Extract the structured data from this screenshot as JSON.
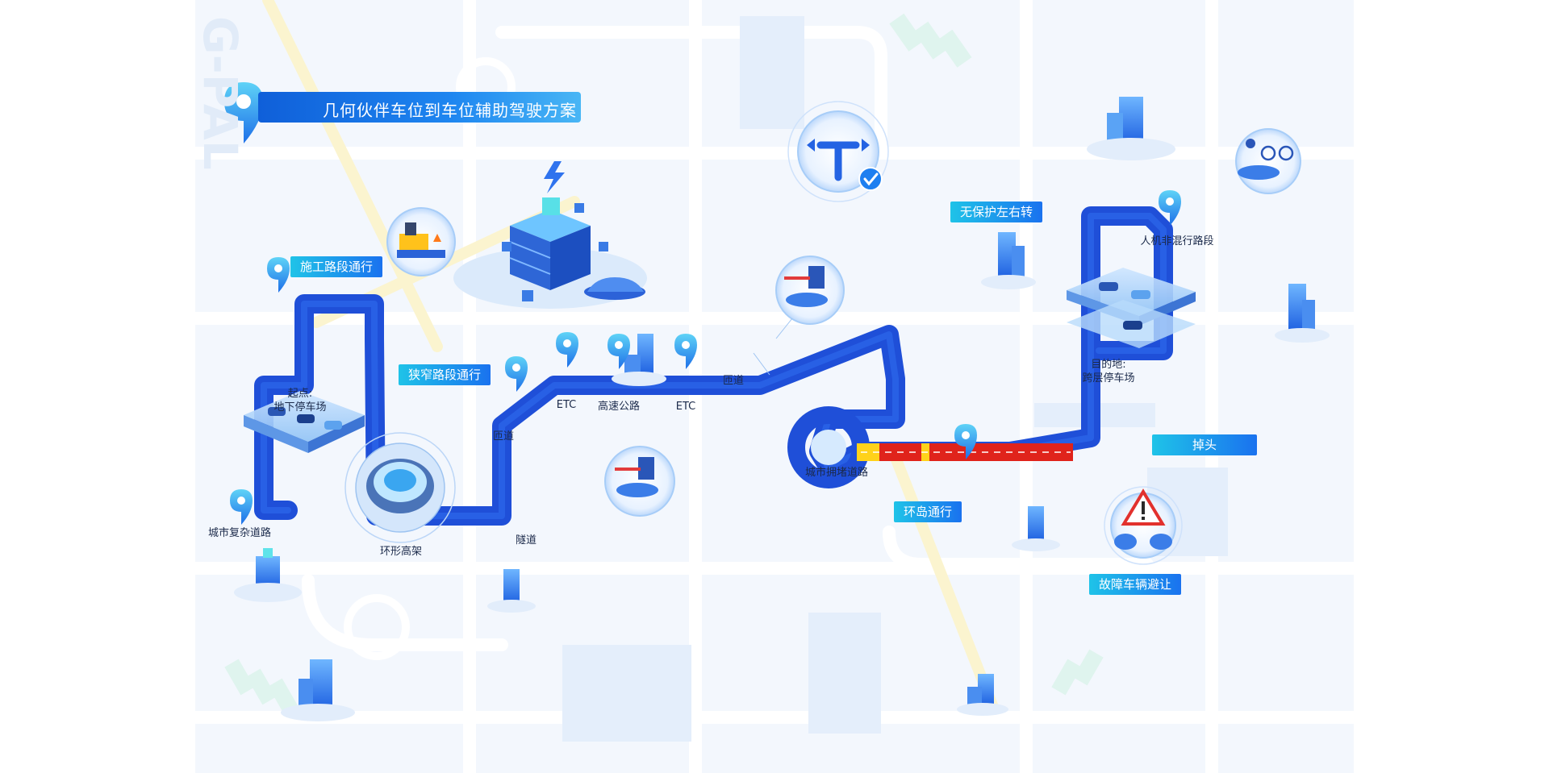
{
  "watermark": "G-PAL",
  "title": "几何伙伴车位到车位辅助驾驶方案",
  "colors": {
    "route": "#1f4fd8",
    "route_inner": "#2b63ec",
    "congestion_red": "#e0231b",
    "congestion_yellow": "#ffd21a",
    "tag_start": "#1fc3e8",
    "tag_end": "#1a72ef",
    "background": "#f3f7fd"
  },
  "tags": {
    "construction": "施工路段通行",
    "narrow": "狭窄路段通行",
    "unprotected_turn": "无保护左右转",
    "roundabout": "环岛通行",
    "u_turn": "掉头",
    "breakdown": "故障车辆避让"
  },
  "labels": {
    "start_line1": "起点:",
    "start_line2": "地下停车场",
    "city_complex": "城市复杂道路",
    "ring_viaduct": "环形高架",
    "tunnel": "隧道",
    "ramp_1": "匝道",
    "etc_1": "ETC",
    "highway": "高速公路",
    "etc_2": "ETC",
    "ramp_2": "匝道",
    "congested": "城市拥堵道路",
    "mixed_traffic": "人机非混行路段",
    "dest_line1": "目的地:",
    "dest_line2": "跨层停车场"
  },
  "icons": [
    "location-pin-icon",
    "construction-scene-icon",
    "etc-gate-icon",
    "turn-arrow-icon",
    "check-badge-icon",
    "bicycle-scene-icon",
    "warning-triangle-icon",
    "data-center-icon",
    "parking-garage-icon",
    "ring-viaduct-icon",
    "building-icon"
  ]
}
